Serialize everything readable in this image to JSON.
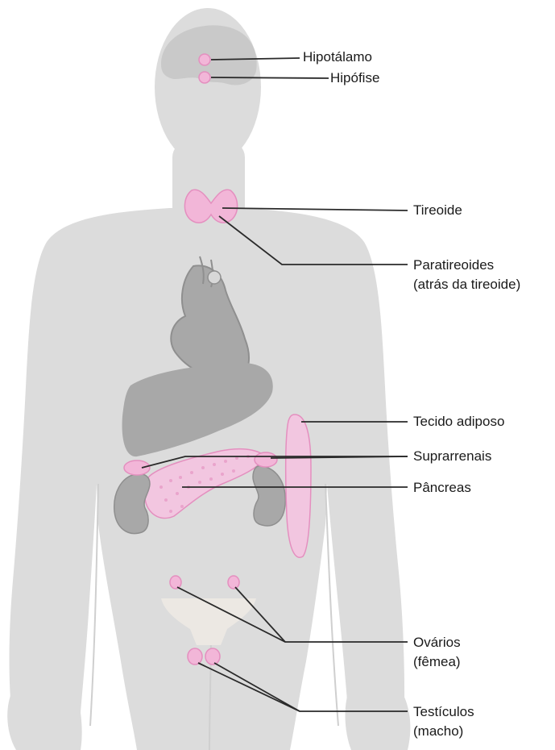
{
  "colors": {
    "body": "#dcdcdc",
    "body_outline": "#c9c9c9",
    "organ_gray": "#a8a8a8",
    "organ_gray_dark": "#8f8f8f",
    "gland_pink": "#f2b6d8",
    "gland_pink_dark": "#e48fbf",
    "pelvis": "#ece8e3",
    "leader": "#2a2a2a"
  },
  "labels": {
    "hipotalamo": "Hipotálamo",
    "hipofise": "Hipófise",
    "tireoide": "Tireoide",
    "paratireoides_line1": "Paratireoides",
    "paratireoides_line2": "(atrás da tireoide)",
    "tecido_adiposo": "Tecido adiposo",
    "suprarrenais": "Suprarrenais",
    "pancreas": "Pâncreas",
    "ovarios_line1": "Ovários",
    "ovarios_line2": "(fêmea)",
    "testiculos_line1": "Testículos",
    "testiculos_line2": "(macho)"
  }
}
